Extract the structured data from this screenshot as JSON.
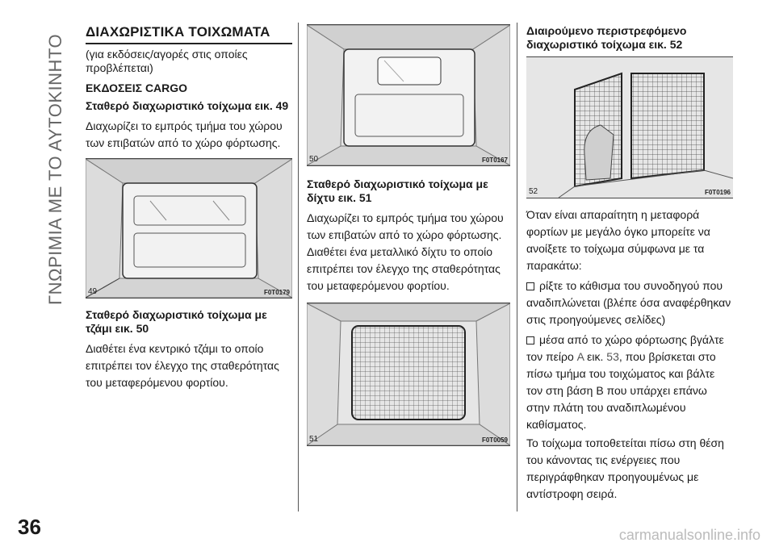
{
  "side_title": "ΓΝΩΡΙΜΙΑ ΜΕ ΤΟ ΑΥΤΟΚΙΝΗΤΟ",
  "page_number": "36",
  "watermark": "carmanualsonline.info",
  "col1": {
    "title": "ΔΙΑΧΩΡΙΣΤΙΚΑ ΤΟΙΧΩΜΑΤΑ",
    "subtitle": "(για εκδόσεις/αγορές στις οποίες προβλέπεται)",
    "cargo_heading": "ΕΚΔΟΣΕΙΣ CARGO",
    "s1_heading": "Σταθερό διαχωριστικό τοίχωμα εικ. 49",
    "s1_text": "Διαχωρίζει το εμπρός τμήμα του χώρου των επιβατών από το χώρο φόρτωσης.",
    "fig49_num": "49",
    "fig49_code": "F0T0179",
    "s2_heading": "Σταθερό διαχωριστικό τοίχωμα με τζάμι εικ. 50",
    "s2_text": "Διαθέτει ένα κεντρικό τζάμι το οποίο επιτρέπει τον έλεγχο της σταθερότητας του μεταφερόμενου φορτίου."
  },
  "col2": {
    "fig50_num": "50",
    "fig50_code": "F0T0167",
    "s3_heading": "Σταθερό διαχωριστικό τοίχωμα με δίχτυ εικ. 51",
    "s3_text": "Διαχωρίζει το εμπρός τμήμα του χώρου των επιβατών από το χώρο φόρτωσης. Διαθέτει ένα μεταλλικό δίχτυ το οποίο επιτρέπει τον έλεγχο της σταθερότητας του μεταφερόμενου φορτίου.",
    "fig51_num": "51",
    "fig51_code": "F0T0059"
  },
  "col3": {
    "s4_heading": "Διαιρούμενο περιστρεφόμενο διαχωριστικό τοίχωμα εικ. 52",
    "fig52_num": "52",
    "fig52_code": "F0T0196",
    "intro": "Όταν είναι απαραίτητη η μεταφορά φορτίων με μεγάλο όγκο μπορείτε να ανοίξετε το τοίχωμα σύμφωνα με τα παρακάτω:",
    "step1": "ρίξτε το κάθισμα του συνοδηγού που αναδιπλώνεται (βλέπε όσα αναφέρθηκαν στις προηγούμενες σελίδες)",
    "step2_a": "μέσα από το χώρο φόρτωσης βγάλτε τον πείρο",
    "step2_ref_a": "A",
    "step2_b": "εικ.",
    "step2_ref_num": "53",
    "step2_c": ", που βρίσκεται στο πίσω τμήμα του τοιχώματος και βάλτε τον στη βάση B που υπάρχει επάνω στην πλάτη του αναδιπλωμένου καθίσματος.",
    "outro": "Το τοίχωμα τοποθετείται πίσω στη θέση του κάνοντας τις ενέργειες που περιγράφθηκαν προηγουμένως με αντίστροφη σειρά."
  }
}
